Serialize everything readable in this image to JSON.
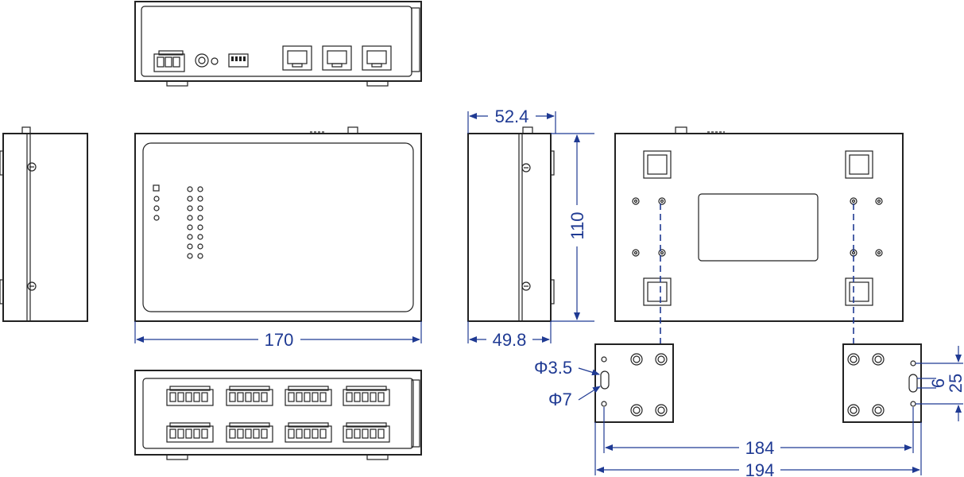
{
  "dimensions": {
    "front_width": "170",
    "side_top": "52.4",
    "side_bottom": "49.8",
    "side_height": "110",
    "bracket_hole_small": "Φ3.5",
    "bracket_hole_large": "Φ7",
    "bracket_inner": "184",
    "bracket_outer": "194",
    "slot_height": "6",
    "slot_spacing": "25"
  },
  "colors": {
    "dimension": "#1f3a93",
    "outline": "#222222"
  }
}
